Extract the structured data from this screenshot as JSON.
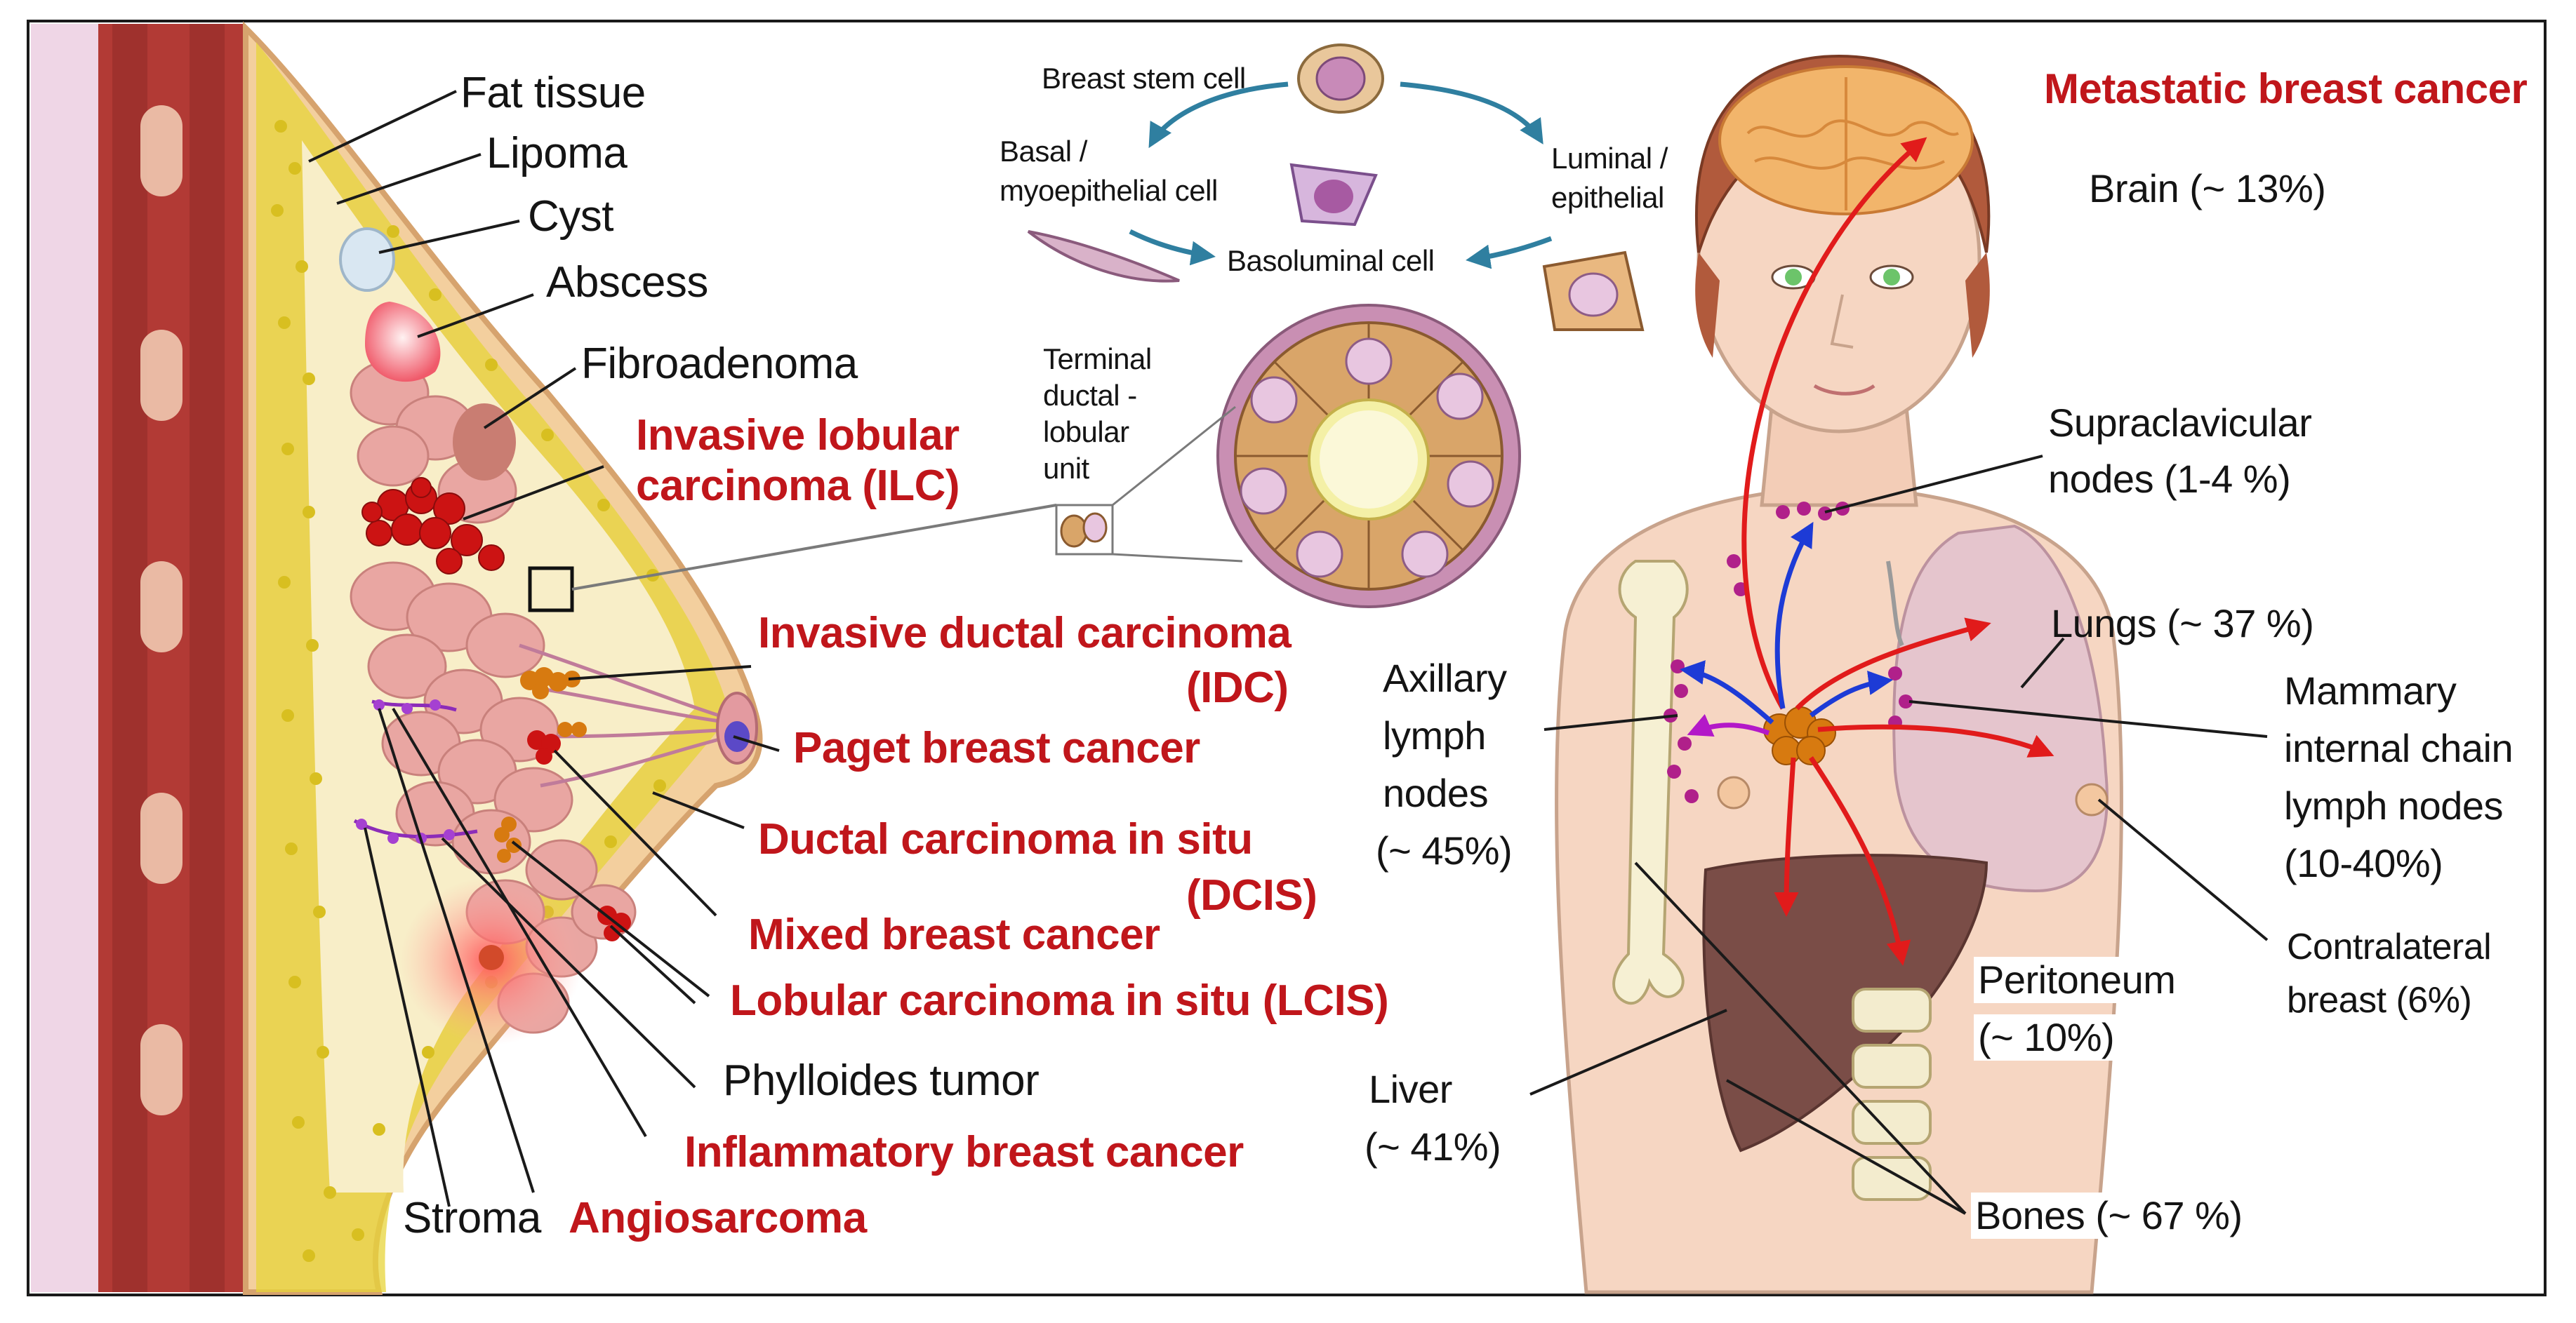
{
  "left_panel": {
    "black_labels": {
      "fat_tissue": "Fat tissue",
      "lipoma": "Lipoma",
      "cyst": "Cyst",
      "abscess": "Abscess",
      "fibroadenoma": "Fibroadenoma",
      "phylloides": "Phylloides tumor",
      "stroma": "Stroma"
    },
    "red_labels": {
      "ilc_line1": "Invasive lobular",
      "ilc_line2": "carcinoma (ILC)",
      "idc_line1": "Invasive ductal carcinoma",
      "idc_line2": "(IDC)",
      "paget": "Paget breast cancer",
      "dcis_line1": "Ductal carcinoma in situ",
      "dcis_line2": "(DCIS)",
      "mixed": "Mixed breast cancer",
      "lcis": "Lobular carcinoma in situ (LCIS)",
      "inflammatory": "Inflammatory breast cancer",
      "angiosarcoma": "Angiosarcoma"
    }
  },
  "center_panel": {
    "stem_cell": "Breast stem cell",
    "basal_line1": "Basal /",
    "basal_line2": "myoepithelial cell",
    "luminal_line1": "Luminal /",
    "luminal_line2": "epithelial",
    "basoluminal": "Basoluminal cell",
    "tdlu_line1": "Terminal",
    "tdlu_line2": "ductal -",
    "tdlu_line3": "lobular",
    "tdlu_line4": "unit"
  },
  "right_panel": {
    "title": "Metastatic breast cancer",
    "brain": "Brain (~ 13%)",
    "supra_line1": "Supraclavicular",
    "supra_line2": "nodes (1-4 %)",
    "lungs": "Lungs (~ 37 %)",
    "axillary_line1": "Axillary",
    "axillary_line2": "lymph",
    "axillary_line3": "nodes",
    "axillary_line4": "(~ 45%)",
    "mammary_line1": "Mammary",
    "mammary_line2": "internal chain",
    "mammary_line3": "lymph nodes",
    "mammary_line4": "(10-40%)",
    "contra_line1": "Contralateral",
    "contra_line2": "breast (6%)",
    "peritoneum_line1": "Peritoneum",
    "peritoneum_line2": "(~ 10%)",
    "liver_line1": "Liver",
    "liver_line2": "(~ 41%)",
    "bones": "Bones (~ 67 %)"
  },
  "colors": {
    "label_red": "#c0161b",
    "skin": "#f6d6c2",
    "muscle": "#b23a35",
    "fat": "#e7d43a",
    "lobule": "#e9a6a2",
    "arrow_red": "#e11b1b",
    "arrow_blue": "#1d3bd6",
    "arrow_purple": "#b318c8"
  }
}
